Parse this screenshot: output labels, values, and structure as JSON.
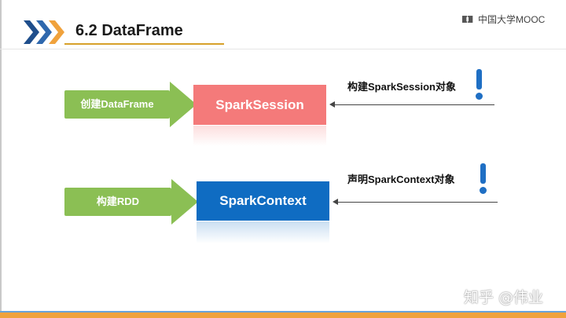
{
  "slide": {
    "title": "6.2 DataFrame",
    "brand": "中国大学MOOC",
    "watermark": "知乎 @伟业"
  },
  "flow": [
    {
      "input_label": "创建DataFrame",
      "box_label": "SparkSession",
      "box_color": "#f47a7a",
      "note": "构建SparkSession对象"
    },
    {
      "input_label": "构建RDD",
      "box_label": "SparkContext",
      "box_color": "#0f6cc2",
      "note": "声明SparkContext对象"
    }
  ],
  "colors": {
    "accent_green": "#8bbf54",
    "chevron_blue": "#1f4e8c",
    "chevron_orange": "#f0a23c",
    "title_rule": "#d7a12a",
    "exclamation": "#1f6fc4"
  },
  "icons": {
    "brand_logo": "mooc-logo-icon",
    "exclamation": "exclamation-icon",
    "chevrons": "chevron-right-icon"
  }
}
